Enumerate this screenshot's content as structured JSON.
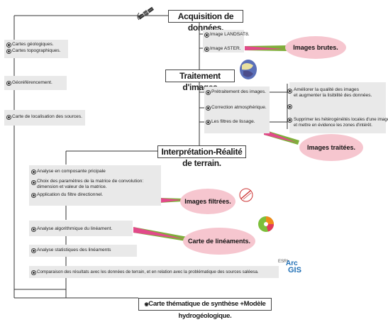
{
  "title_acquisition": "Acquisition de données.",
  "title_traitement": "Traitement d'images",
  "title_interpretation": "Interprétation-Réalité de terrain.",
  "title_final": "Carte thématique de synthèse +Modèle hydrogéologique.",
  "left_items": {
    "cartes_geo": "Cartes géologiques.",
    "cartes_topo": "Cartes topographiques.",
    "georef": "Géoréférencement.",
    "carte_loc": "Carte de localisation des sources."
  },
  "images": {
    "landsat": "Image LANDSAT8.",
    "aster": "Image ASTER."
  },
  "traitement_items": {
    "pretraitement": "Prétraitement des images.",
    "correction": "Correction atmosphérique.",
    "filtres": "Les filtres de lissage."
  },
  "traitement_notes": {
    "ameliorer_1": "Améliorer la qualité des images",
    "ameliorer_2": "et augmenter la lisibilité des données.",
    "supprimer_1": "Supprimer les hétérogénéités locales d'une image",
    "supprimer_2": "et mettre en évidence les zones d'intérêt."
  },
  "interp_items": {
    "acp": "Analyse en composante pricipale",
    "choix_1": "Choix des paramètres de la matrice de convolution:",
    "choix_2": "dimension et valeur de la matrice.",
    "filtre_dir": "Application du filtre directionnel.",
    "algo": "Analyse algorithmique du linéament.",
    "stats": "Analyse statistiques des linéaments",
    "comparaison": "Comparaison des résultats avec  les données de terrain, et en relation avec la problématique des sources saléesa."
  },
  "ovals": {
    "brutes": "Images brutes.",
    "traitees": "Images traitées.",
    "filtrees": "Images filtrées.",
    "lineaments": "Carte de linéaments."
  },
  "logo_arcgis": {
    "arc": "Arc",
    "gis": "GIS",
    "small": "ESRI"
  },
  "colors": {
    "oval_fill": "#f6c6cf",
    "arrow_green": "#7fae3a",
    "arrow_pink": "#e24a8a",
    "panel_gray": "#e9e9e9",
    "arcgis_blue": "#1f6fb5"
  }
}
